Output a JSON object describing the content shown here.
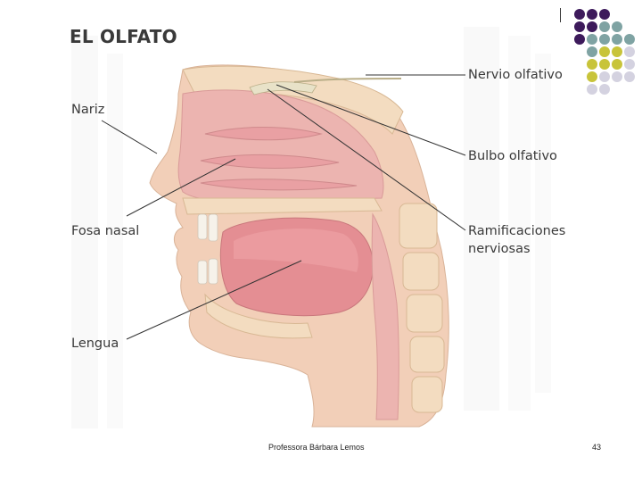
{
  "title": "EL OLFATO",
  "labels": {
    "nariz": "Nariz",
    "fosa_nasal": "Fosa nasal",
    "lengua": "Lengua",
    "nervio_olfativo": "Nervio olfativo",
    "bulbo_olfativo": "Bulbo olfativo",
    "ramificaciones": "Ramificaciones",
    "nerviosas": "nerviosas"
  },
  "footer": {
    "author": "Professora Bárbara Lemos",
    "page_number": "43"
  },
  "colors": {
    "purple": "#3d1a5b",
    "teal": "#7fa3a3",
    "olive": "#c8c43a",
    "lavender": "#d4d2e0",
    "skin": "#f2cfb8",
    "pink": "#e9a0a3",
    "bone": "#f3dcc0"
  }
}
